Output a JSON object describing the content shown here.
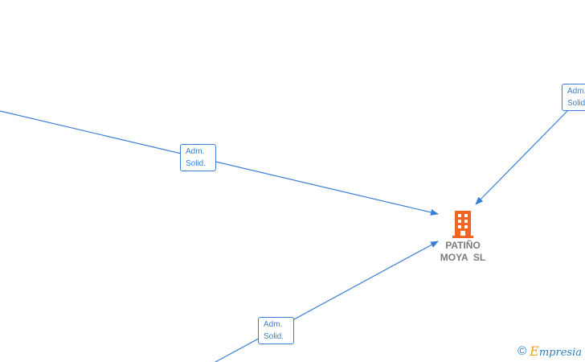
{
  "edges": [
    {
      "label": "Adm.\nSolid."
    },
    {
      "label": "Adm.\nSolid."
    },
    {
      "label": "Adm.\nSolid."
    }
  ],
  "company": {
    "name": "PATIÑO\nMOYA  SL",
    "icon": "building-icon"
  },
  "footer": {
    "copyright_symbol": "©",
    "brand_initial": "E",
    "brand_rest": "mpresia"
  },
  "colors": {
    "edge": "#3a7fd5",
    "company_icon": "#f26522",
    "brand": "#2b7fc6",
    "brand_accent": "#f0a020"
  }
}
